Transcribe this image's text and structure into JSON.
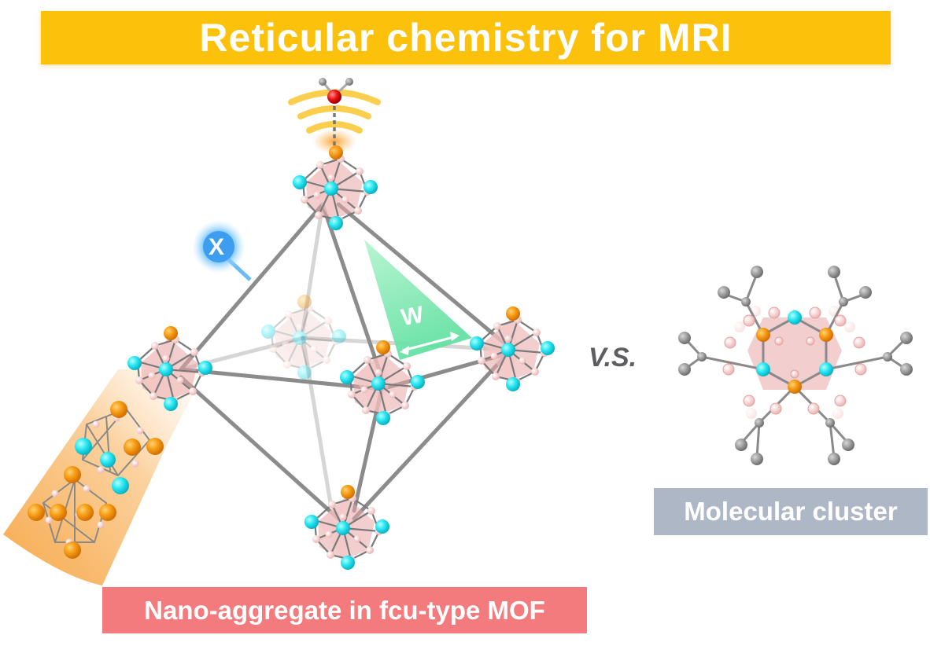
{
  "title": "Reticular chemistry for MRI",
  "labels": {
    "x": "X",
    "w": "W",
    "vs": "V.S.",
    "molecular": "Molecular cluster",
    "nano": "Nano-aggregate in fcu-type MOF"
  },
  "colors": {
    "banner": "#fcc10a",
    "metal_orange": "#f59300",
    "node_cyan": "#1fe4ef",
    "oxygen_pink": "#f6c9c9",
    "octahedron": "#e9a6a6",
    "linker_gray": "#8a8a8a",
    "water_red": "#e01010",
    "mol_label_bg": "#aeb7c5",
    "nano_label_bg": "#f37b7d",
    "wedge_green": "#7de8b0",
    "x_glow": "#5ab8f5"
  }
}
